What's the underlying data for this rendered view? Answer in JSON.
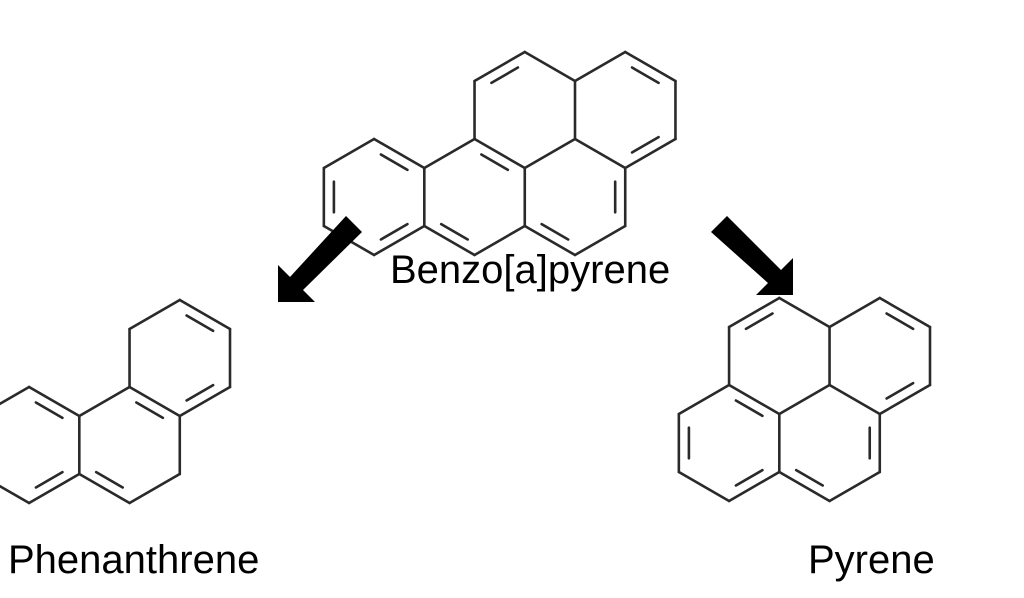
{
  "labels": {
    "benzo_a_pyrene": "Benzo[a]pyrene",
    "phenanthrene": "Phenanthrene",
    "pyrene": "Pyrene"
  },
  "colors": {
    "bond": "#2a2a2a",
    "arrow": "#000000",
    "text": "#000000"
  },
  "molecules": [
    {
      "id": "benzo-a-pyrene",
      "rings": 5
    },
    {
      "id": "phenanthrene",
      "rings": 3
    },
    {
      "id": "pyrene",
      "rings": 4
    }
  ],
  "arrows": [
    {
      "from": "benzo-a-pyrene",
      "to": "phenanthrene"
    },
    {
      "from": "benzo-a-pyrene",
      "to": "pyrene"
    }
  ]
}
